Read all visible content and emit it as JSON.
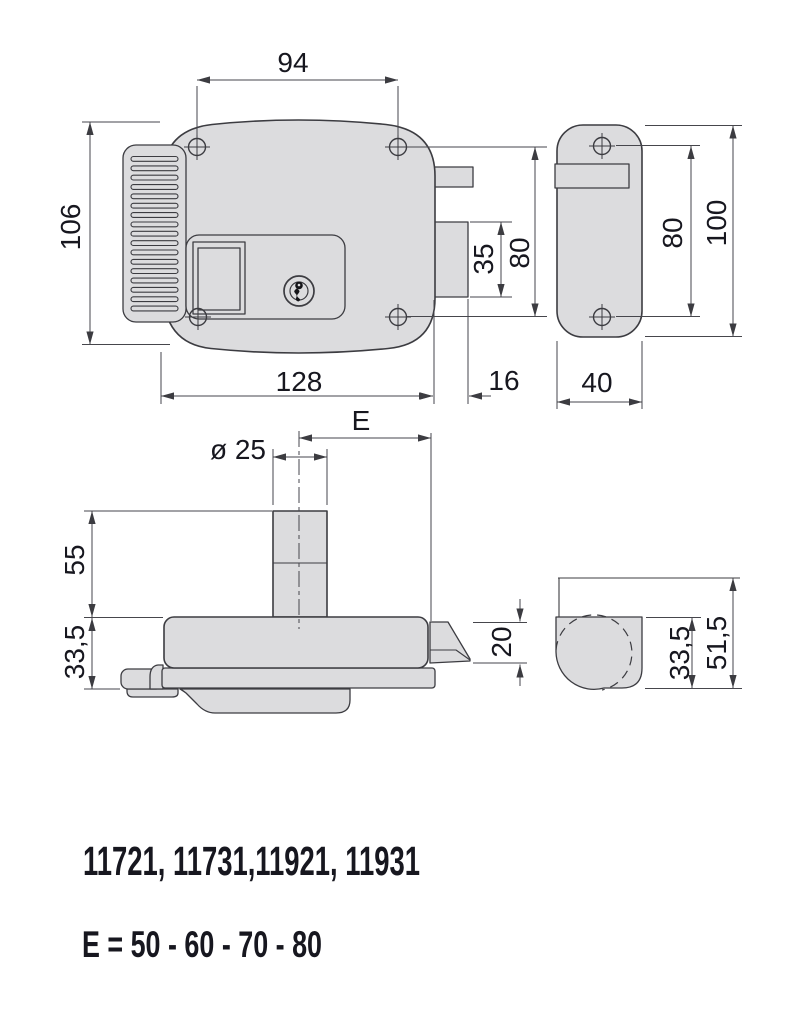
{
  "footer": {
    "models": "11721, 11731,11921, 11931",
    "backset_options": "E =  50 - 60 - 70 - 80"
  },
  "dims": {
    "front": {
      "hole_spacing_horizontal": "94",
      "body_height": "106",
      "body_width": "128",
      "bolt_protrusion": "16",
      "bolt_height": "35",
      "hole_spacing_vertical": "80"
    },
    "strike_front": {
      "hole_spacing_vertical": "80",
      "plate_height": "100",
      "plate_width": "40"
    },
    "lock_top": {
      "cylinder_diameter": "ø 25",
      "backset": "E",
      "cylinder_protrusion": "55",
      "case_depth": "33,5",
      "bolt_depth": "20"
    },
    "strike_top": {
      "box_depth": "33,5",
      "total_depth": "51,5"
    }
  },
  "colors": {
    "part_fill": "#dcdcde",
    "outline": "#3c3c41",
    "dimension_line": "#46464c",
    "text": "#17171f",
    "background": "#ffffff"
  }
}
